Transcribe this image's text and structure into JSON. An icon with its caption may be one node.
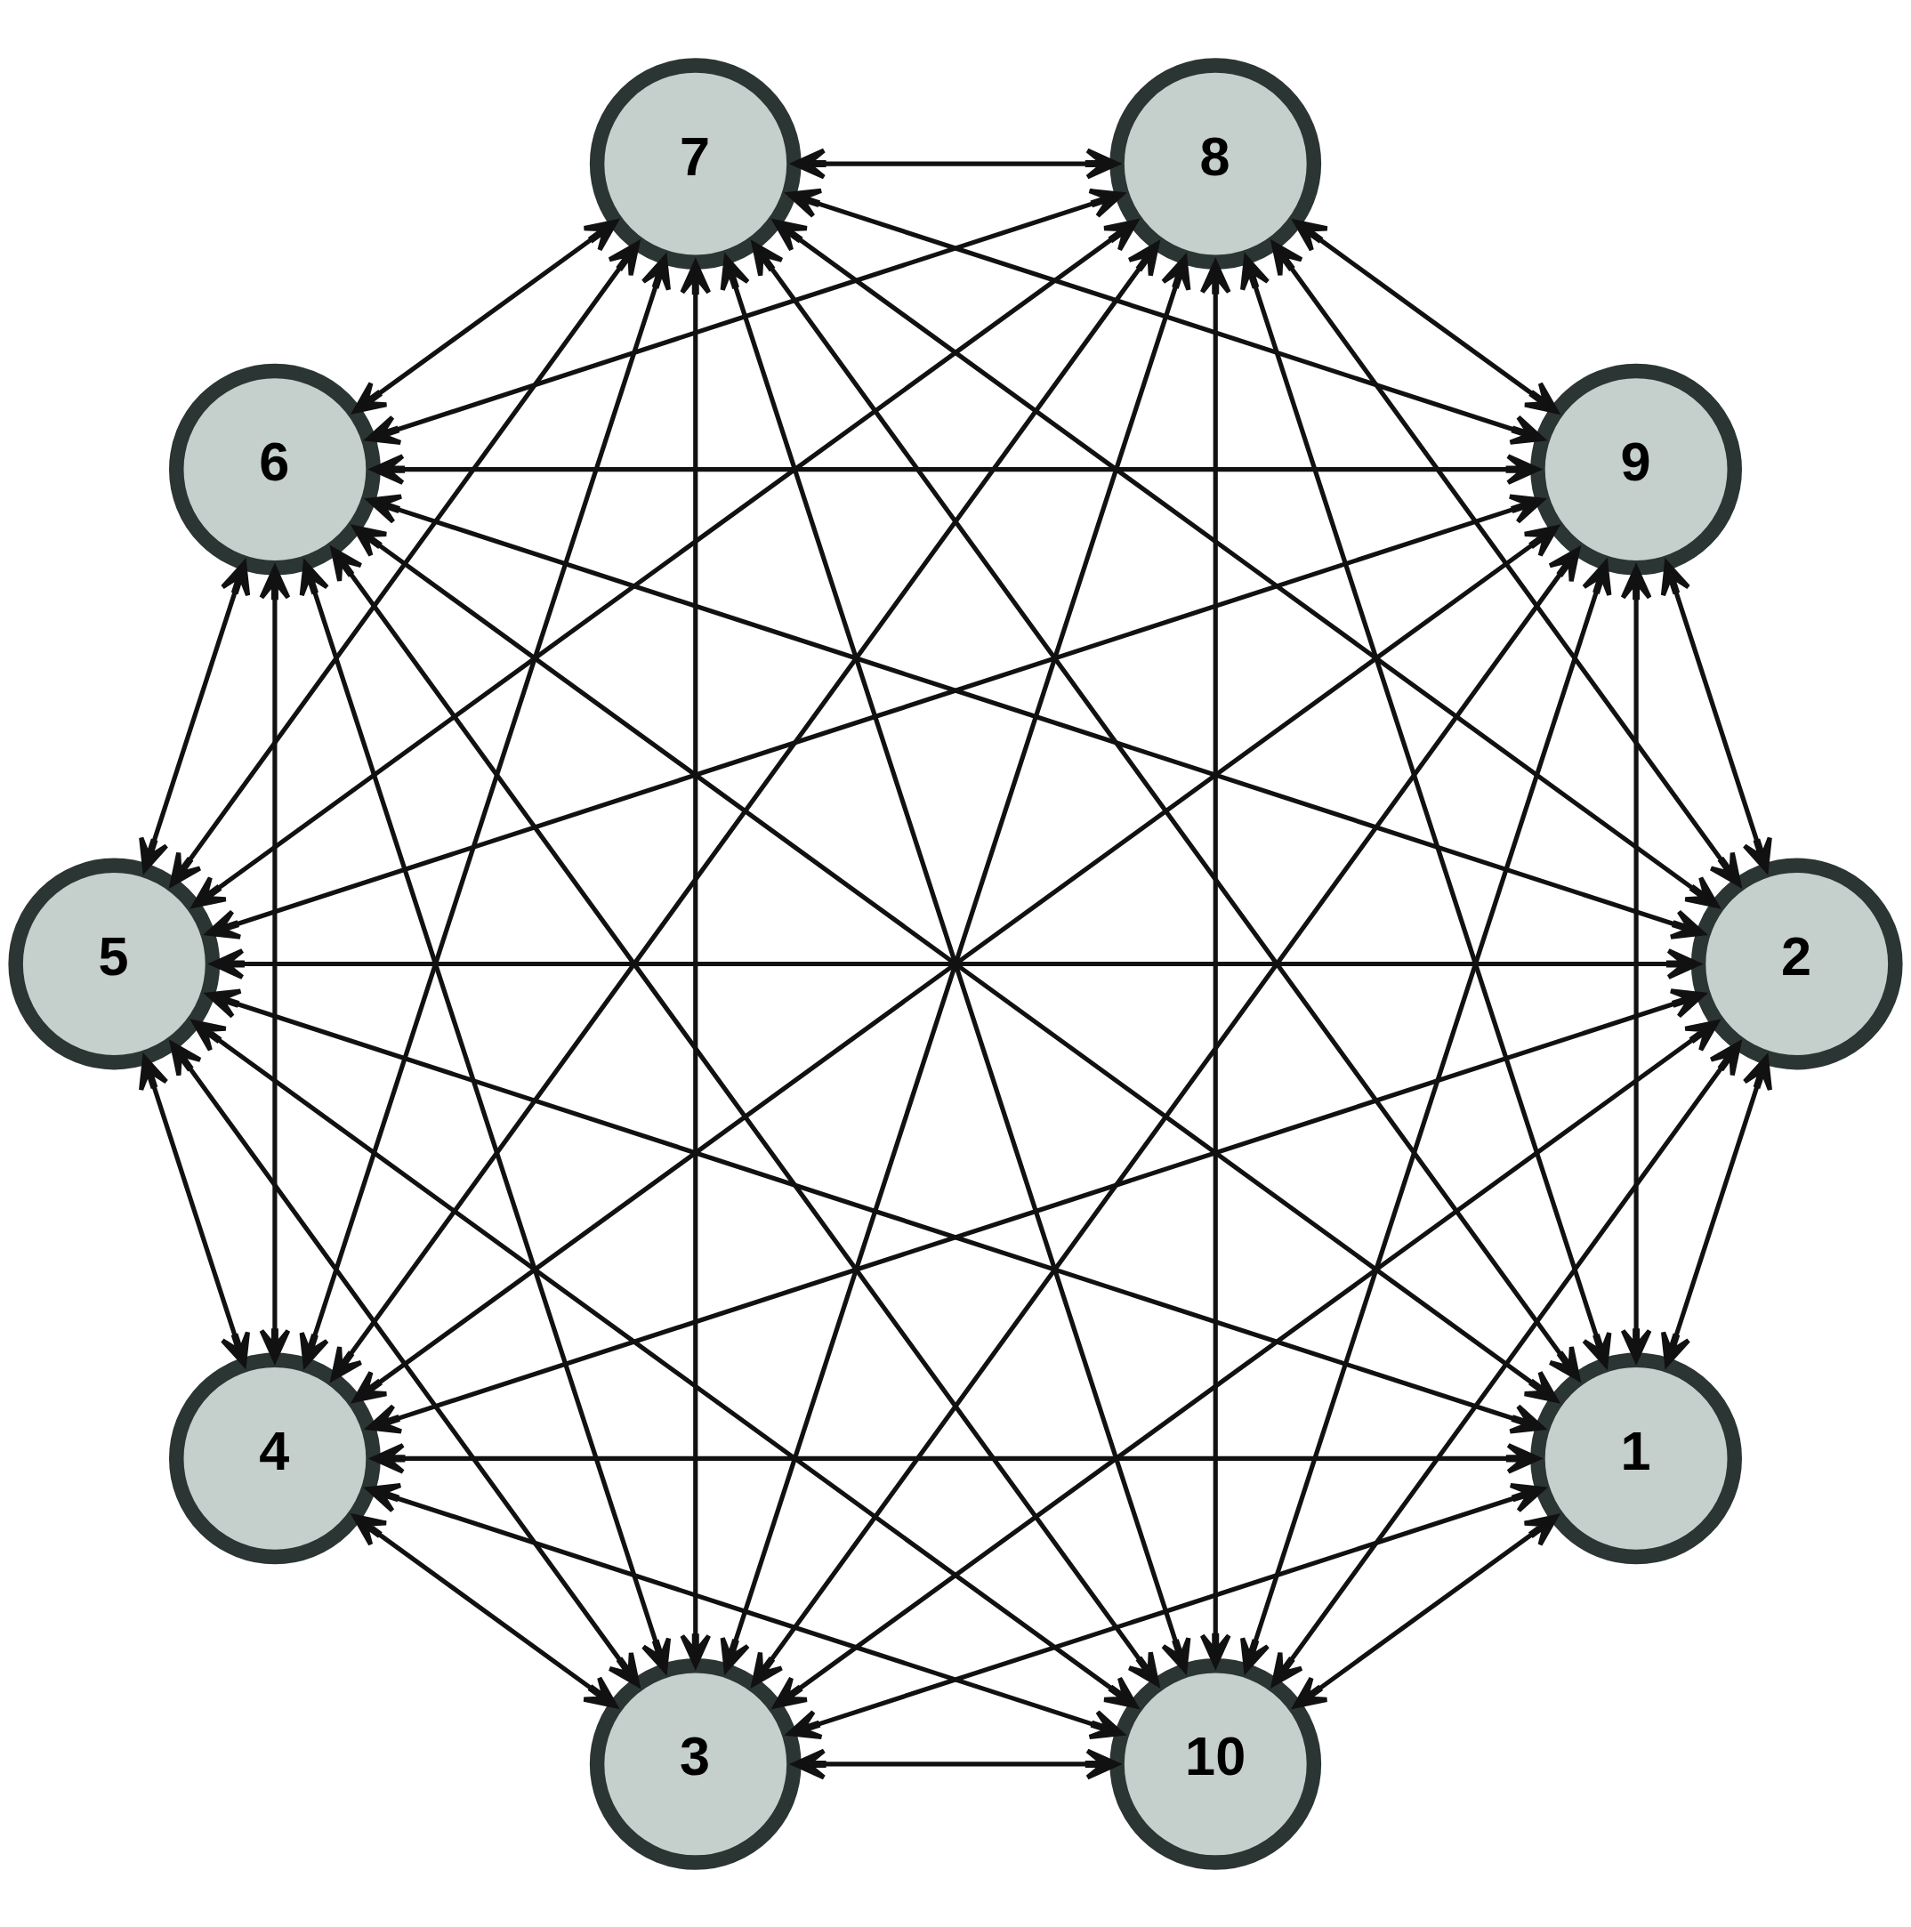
{
  "diagram": {
    "nodes": [
      {
        "text": [
          "1"
        ]
      },
      {
        "text": [
          "2"
        ]
      },
      {
        "text": [
          "3"
        ]
      },
      {
        "text": [
          "4"
        ]
      },
      {
        "text": [
          "5"
        ]
      },
      {
        "text": [
          "6"
        ]
      },
      {
        "text": [
          "7"
        ]
      },
      {
        "text": [
          "8"
        ]
      },
      {
        "text": [
          "9"
        ]
      },
      {
        "text": [
          "10"
        ]
      }
    ],
    "edges": [
      {
        "from": 0,
        "to": 1,
        "arrow": "both"
      },
      {
        "from": 0,
        "to": 2,
        "arrow": "both"
      },
      {
        "from": 0,
        "to": 3,
        "arrow": "both"
      },
      {
        "from": 0,
        "to": 4,
        "arrow": "both"
      },
      {
        "from": 0,
        "to": 5,
        "arrow": "both"
      },
      {
        "from": 0,
        "to": 6,
        "arrow": "both"
      },
      {
        "from": 0,
        "to": 7,
        "arrow": "both"
      },
      {
        "from": 0,
        "to": 8,
        "arrow": "both"
      },
      {
        "from": 0,
        "to": 9,
        "arrow": "both"
      },
      {
        "from": 1,
        "to": 2,
        "arrow": "both"
      },
      {
        "from": 1,
        "to": 3,
        "arrow": "both"
      },
      {
        "from": 1,
        "to": 4,
        "arrow": "both"
      },
      {
        "from": 1,
        "to": 5,
        "arrow": "both"
      },
      {
        "from": 1,
        "to": 6,
        "arrow": "both"
      },
      {
        "from": 1,
        "to": 7,
        "arrow": "both"
      },
      {
        "from": 1,
        "to": 8,
        "arrow": "both"
      },
      {
        "from": 1,
        "to": 9,
        "arrow": "both"
      },
      {
        "from": 2,
        "to": 3,
        "arrow": "both"
      },
      {
        "from": 2,
        "to": 4,
        "arrow": "both"
      },
      {
        "from": 2,
        "to": 5,
        "arrow": "both"
      },
      {
        "from": 2,
        "to": 6,
        "arrow": "both"
      },
      {
        "from": 2,
        "to": 7,
        "arrow": "both"
      },
      {
        "from": 2,
        "to": 8,
        "arrow": "both"
      },
      {
        "from": 2,
        "to": 9,
        "arrow": "both"
      },
      {
        "from": 3,
        "to": 4,
        "arrow": "both"
      },
      {
        "from": 3,
        "to": 5,
        "arrow": "both"
      },
      {
        "from": 3,
        "to": 6,
        "arrow": "both"
      },
      {
        "from": 3,
        "to": 7,
        "arrow": "both"
      },
      {
        "from": 3,
        "to": 8,
        "arrow": "both"
      },
      {
        "from": 3,
        "to": 9,
        "arrow": "both"
      },
      {
        "from": 4,
        "to": 5,
        "arrow": "both"
      },
      {
        "from": 4,
        "to": 6,
        "arrow": "both"
      },
      {
        "from": 4,
        "to": 7,
        "arrow": "both"
      },
      {
        "from": 4,
        "to": 8,
        "arrow": "both"
      },
      {
        "from": 4,
        "to": 9,
        "arrow": "both"
      },
      {
        "from": 5,
        "to": 6,
        "arrow": "both"
      },
      {
        "from": 5,
        "to": 7,
        "arrow": "both"
      },
      {
        "from": 5,
        "to": 8,
        "arrow": "both"
      },
      {
        "from": 5,
        "to": 9,
        "arrow": "both"
      },
      {
        "from": 6,
        "to": 7,
        "arrow": "both"
      },
      {
        "from": 6,
        "to": 8,
        "arrow": "both"
      },
      {
        "from": 6,
        "to": 9,
        "arrow": "both"
      },
      {
        "from": 7,
        "to": 8,
        "arrow": "both"
      },
      {
        "from": 7,
        "to": 9,
        "arrow": "both"
      },
      {
        "from": 8,
        "to": 9,
        "arrow": "both"
      }
    ]
  }
}
